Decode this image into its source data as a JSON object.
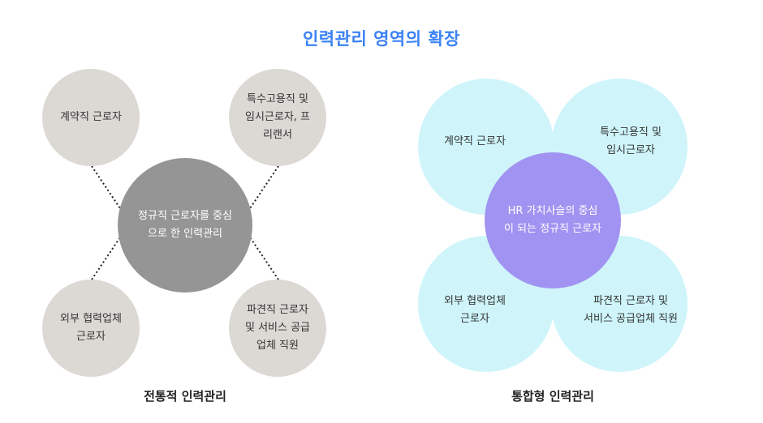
{
  "title": "인력관리 영역의 확장",
  "traditional": {
    "center": "정규직 근로자를 중심\n으로 한 인력관리",
    "top_left": "계약직 근로자",
    "top_right": "특수고용직 및\n임시근로자, 프\n리랜서",
    "bottom_left": "외부 협력업체\n근로자",
    "bottom_right": "파견직 근로자\n및 서비스 공급\n업체 직원",
    "caption": "전통적 인력관리",
    "colors": {
      "outer": "#dcd9d5",
      "center": "#959595"
    }
  },
  "integrated": {
    "center": "HR 가치사슬의 중심\n이 되는 정규직 근로자",
    "top_left": "계약직 근로자",
    "top_right": "특수고용직 및\n임시근로자",
    "bottom_left": "외부 협력업체\n근로자",
    "bottom_right": "파견직 근로자 및\n서비스 공급업체 직원",
    "caption": "통합형 인력관리",
    "colors": {
      "outer": "#cff5fb",
      "center": "#a193f1"
    }
  },
  "accent_color": "#3b82f6"
}
